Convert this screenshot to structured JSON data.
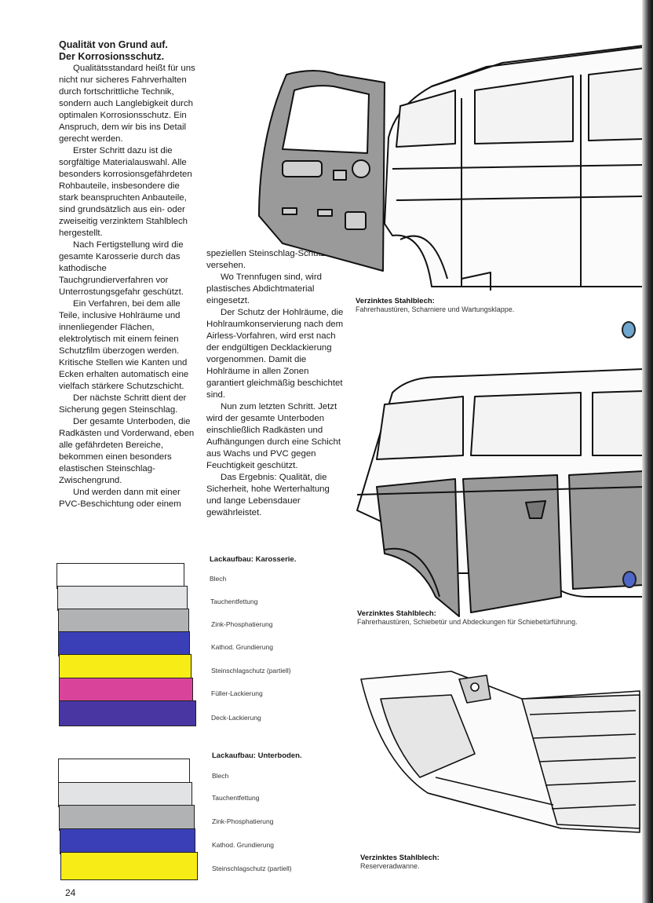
{
  "article": {
    "heading_1": "Qualität von Grund auf.",
    "heading_2": "Der Korrosionsschutz.",
    "left_paragraphs": [
      "Qualitätsstandard heißt für uns nicht nur sicheres Fahrverhalten durch fortschrittliche Technik, sondern auch Langlebigkeit durch optimalen Korrosionsschutz. Ein Anspruch, dem wir bis ins Detail gerecht werden.",
      "Erster Schritt dazu ist die sorgfältige Materialauswahl. Alle besonders korrosionsgefährdeten Rohbauteile, insbesondere die stark beanspruchten Anbauteile, sind grundsätzlich aus ein- oder zweiseitig verzinktem Stahlblech hergestellt.",
      "Nach Fertigstellung wird die gesamte Karosserie durch das kathodische Tauchgrundierverfahren vor Unterrostungsgefahr geschützt.",
      "Ein Verfahren, bei dem alle Teile, inclusive Hohlräume und innenliegender Flächen, elektrolytisch mit einem feinen Schutzfilm überzogen werden.",
      "Kritische Stellen wie Kanten und Ecken erhalten automatisch eine vielfach stärkere Schutzschicht.",
      "Der nächste Schritt dient der Sicherung gegen Steinschlag.",
      "Der gesamte Unterboden, die Radkästen und Vorderwand, eben alle gefährdeten Bereiche, bekommen einen besonders elastischen Steinschlag-Zwischengrund.",
      "Und werden dann mit einer PVC-Beschichtung oder einem"
    ],
    "mid_paragraphs": [
      "speziellen Steinschlag-Schutzlack versehen.",
      "Wo Trennfugen sind, wird plastisches Abdichtmaterial eingesetzt.",
      "Der Schutz der Hohlräume, die Hohlraumkonservierung nach dem Airless-Vorfahren, wird erst nach der endgültigen Decklackierung vorgenommen. Damit die Hohlräume in allen Zonen garantiert gleichmäßig beschichtet sind.",
      "Nun zum letzten Schritt. Jetzt wird der gesamte Unterboden einschließlich Radkästen und Aufhängungen durch eine Schicht aus Wachs und PVC gegen Feuchtigkeit geschützt.",
      "Das Ergebnis: Qualität, die Sicherheit, hohe Werterhaltung und lange Lebensdauer gewährleistet."
    ]
  },
  "captions": [
    {
      "title": "Verzinktes Stahlblech:",
      "text": "Fahrerhaustüren, Scharniere und Wartungsklappe."
    },
    {
      "title": "Verzinktes Stahlblech:",
      "text": "Fahrerhaustüren, Schiebetür und Abdeckungen für Schiebetürführung."
    },
    {
      "title": "Verzinktes Stahlblech:",
      "text": "Reserveradwanne."
    }
  ],
  "karosserie": {
    "title": "Lackaufbau: Karosserie.",
    "layers": [
      {
        "label": "Blech",
        "color": "#ffffff"
      },
      {
        "label": "Tauchentfettung",
        "color": "#e2e3e4"
      },
      {
        "label": "Zink-Phosphatierung",
        "color": "#b1b2b4"
      },
      {
        "label": "Kathod. Grundierung",
        "color": "#3a3fb8"
      },
      {
        "label": "Steinschlagschutz (partiell)",
        "color": "#f8ec17"
      },
      {
        "label": "Füller-Lackierung",
        "color": "#d9449a"
      },
      {
        "label": "Deck-Lackierung",
        "color": "#4a36a2"
      }
    ]
  },
  "unterboden": {
    "title": "Lackaufbau: Unterboden.",
    "layers": [
      {
        "label": "Blech",
        "color": "#ffffff"
      },
      {
        "label": "Tauchentfettung",
        "color": "#e2e3e4"
      },
      {
        "label": "Zink-Phosphatierung",
        "color": "#b1b2b4"
      },
      {
        "label": "Kathod. Grundierung",
        "color": "#3a3fb8"
      },
      {
        "label": "Steinschlagschutz (partiell)",
        "color": "#f8ec17"
      }
    ]
  },
  "page_number": "24"
}
